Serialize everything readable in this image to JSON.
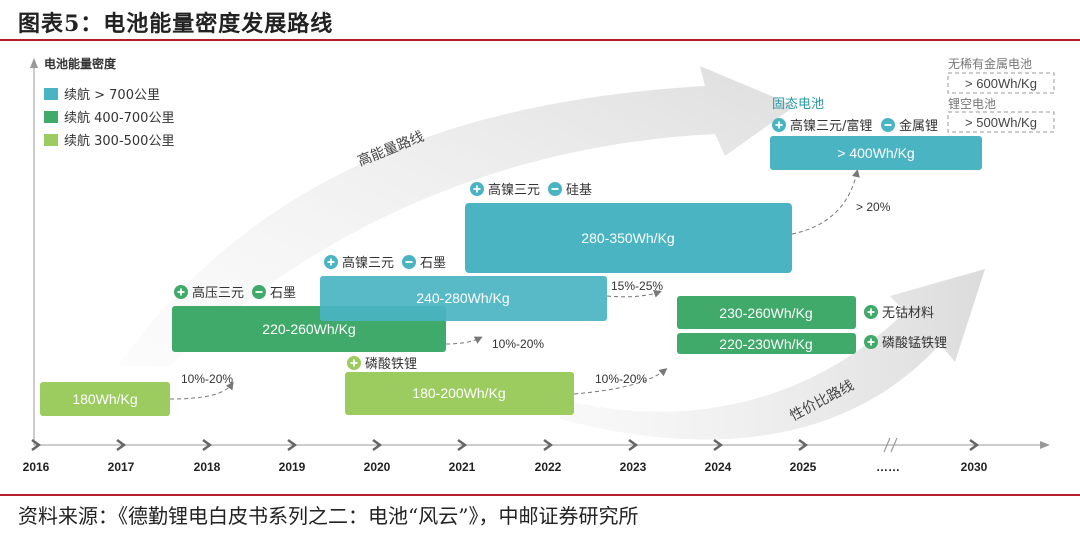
{
  "header": {
    "title": "图表5：电池能量密度发展路线"
  },
  "footer": {
    "source": "资料来源：《德勤锂电白皮书系列之二：电池“风云”》，中邮证券研究所"
  },
  "axis": {
    "y_label": "电池能量密度",
    "years": [
      "2016",
      "2017",
      "2018",
      "2019",
      "2020",
      "2021",
      "2022",
      "2023",
      "2024",
      "2025",
      "……",
      "2030"
    ]
  },
  "legend": [
    {
      "label": "续航 > 700公里",
      "color": "#4ab4c2"
    },
    {
      "label": "续航 400-700公里",
      "color": "#3faa6a"
    },
    {
      "label": "续航 300-500公里",
      "color": "#9ccc5f"
    }
  ],
  "routes": {
    "high": "高能量路线",
    "value": "性价比路线"
  },
  "boxes": {
    "b180": "180Wh/Kg",
    "b220_260": "220-260Wh/Kg",
    "b240_280": "240-280Wh/Kg",
    "b280_350": "280-350Wh/Kg",
    "b400": "> 400Wh/Kg",
    "b180_200": "180-200Wh/Kg",
    "b230_260": "230-260Wh/Kg",
    "b220_230": "220-230Wh/Kg"
  },
  "labels": {
    "l2018_a": "高压三元",
    "l2018_b": "石墨",
    "l2020_a": "高镍三元",
    "l2020_b": "石墨",
    "l2021_a": "高镍三元",
    "l2021_b": "硅基",
    "l2025_title": "固态电池",
    "l2025_a": "高镍三元/富锂",
    "l2025_b": "金属锂",
    "l_lfp": "磷酸铁锂",
    "l_cofree": "无钴材料",
    "l_lmfp": "磷酸锰铁锂"
  },
  "growth": {
    "g1": "10%-20%",
    "g2": "10%-20%",
    "g3": "15%-25%",
    "g4": "> 20%",
    "g5": "10%-20%"
  },
  "future": {
    "a_title": "无稀有金属电池",
    "a_value": "> 600Wh/Kg",
    "b_title": "锂空电池",
    "b_value": "> 500Wh/Kg"
  },
  "colors": {
    "cyan": "#4ab4c2",
    "green": "#3faa6a",
    "lightgreen": "#9ccc5f",
    "red": "#b41e28"
  }
}
